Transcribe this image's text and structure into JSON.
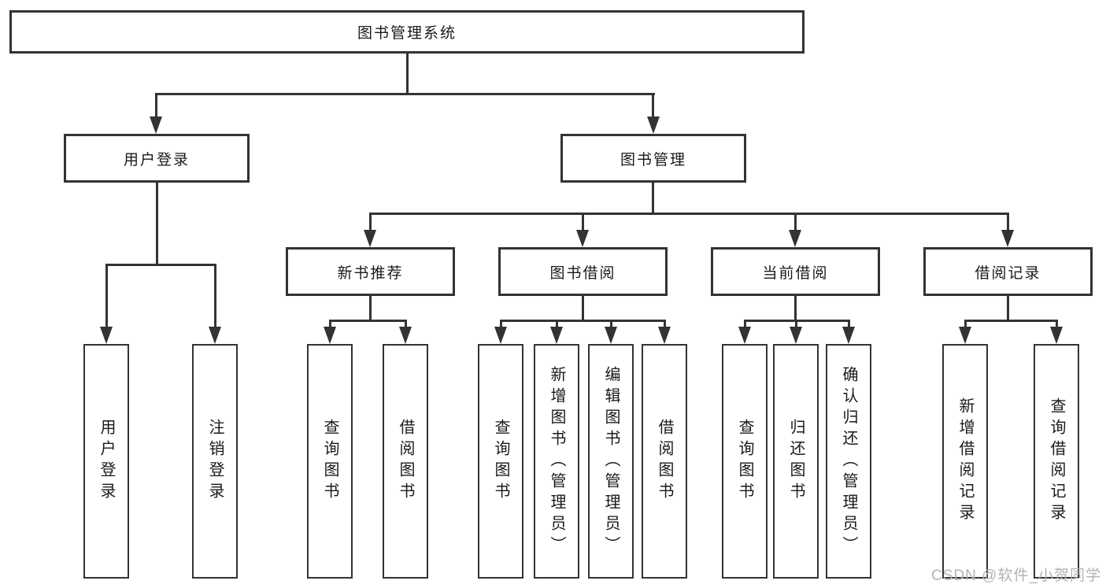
{
  "diagram": {
    "root": {
      "label": "图书管理系统"
    },
    "branches": [
      {
        "label": "用户登录",
        "children": [
          "用户登录",
          "注销登录"
        ]
      },
      {
        "label": "图书管理",
        "sections": [
          {
            "label": "新书推荐",
            "children": [
              "查询图书",
              "借阅图书"
            ]
          },
          {
            "label": "图书借阅",
            "children": [
              "查询图书",
              "新增图书（管理员）",
              "编辑图书（管理员）",
              "借阅图书"
            ]
          },
          {
            "label": "当前借阅",
            "children": [
              "查询图书",
              "归还图书",
              "确认归还（管理员）"
            ]
          },
          {
            "label": "借阅记录",
            "children": [
              "新增借阅记录",
              "查询借阅记录"
            ]
          }
        ]
      }
    ],
    "watermark": {
      "text": "CSDN @软件_小贺同学",
      "color": "#b3b3b3"
    },
    "colors": {
      "line": "#333333",
      "text": "#1a1a1a",
      "box_background": "#ffffff",
      "page_background": "#ffffff"
    }
  }
}
